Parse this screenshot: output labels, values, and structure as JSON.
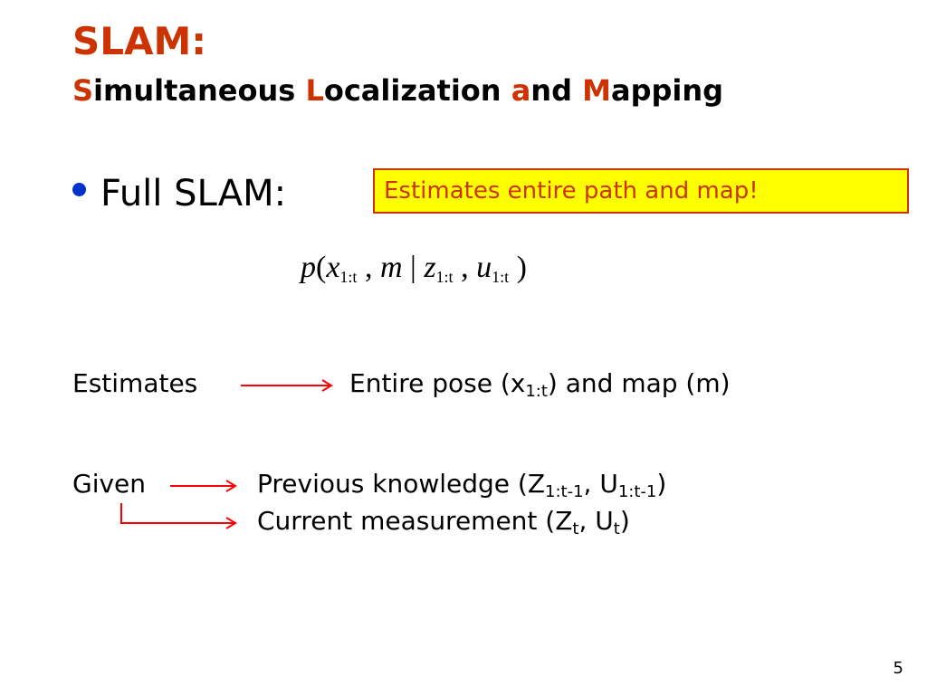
{
  "slide": {
    "title": "SLAM:",
    "subtitle": {
      "parts": [
        {
          "text": "S",
          "highlight": true
        },
        {
          "text": "imultaneous ",
          "highlight": false
        },
        {
          "text": "L",
          "highlight": true
        },
        {
          "text": "ocalization ",
          "highlight": false
        },
        {
          "text": "a",
          "highlight": true
        },
        {
          "text": "nd ",
          "highlight": false
        },
        {
          "text": "M",
          "highlight": true
        },
        {
          "text": "apping",
          "highlight": false
        }
      ]
    },
    "bullet": "Full SLAM:",
    "callout": "Estimates entire path and map!",
    "formula": {
      "p": "p",
      "open": "(",
      "x": "x",
      "x_sub": "1:t",
      "comma1": " , ",
      "m": "m",
      "bar": " | ",
      "z": "z",
      "z_sub": "1:t",
      "comma2": " , ",
      "u": "u",
      "u_sub": "1:t",
      "close": " )"
    },
    "estimates": {
      "label": "Estimates",
      "target_pre": "Entire pose (x",
      "target_sub": "1:t",
      "target_post": ") and map (m)"
    },
    "given": {
      "label": "Given",
      "prev_pre": "Previous knowledge (Z",
      "prev_sub1": "1:t-1",
      "prev_mid": ", U",
      "prev_sub2": "1:t-1",
      "prev_post": ")",
      "curr_pre": "Current measurement (Z",
      "curr_sub1": "t",
      "curr_mid": ", U",
      "curr_sub2": "t",
      "curr_post": ")"
    },
    "page_number": "5",
    "colors": {
      "accent": "#cc3300",
      "bullet": "#0033cc",
      "callout_bg": "#ffff00",
      "arrow": "#ff0000"
    }
  }
}
